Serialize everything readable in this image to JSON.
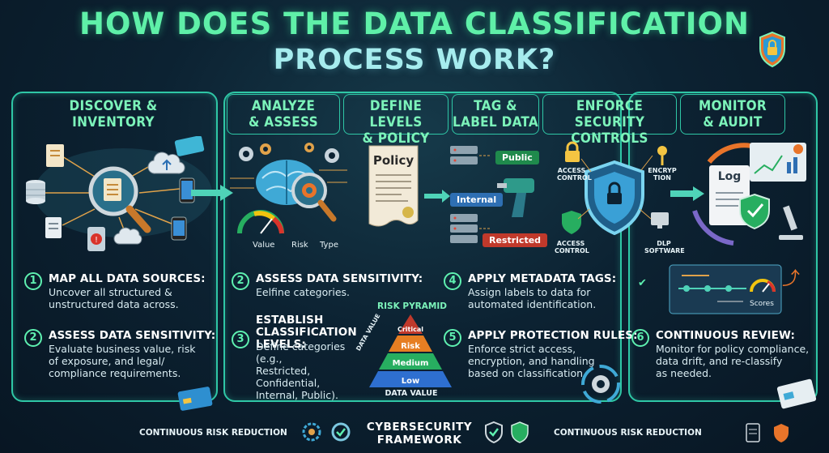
{
  "title": {
    "line1": "HOW DOES THE DATA CLASSIFICATION",
    "line2": "PROCESS WORK?"
  },
  "stages": [
    {
      "title": "DISCOVER &\nINVENTORY"
    },
    {
      "title": "ANALYZE\n& ASSESS"
    },
    {
      "title": "DEFINE LEVELS\n& POLICY"
    },
    {
      "title": "TAG &\nLABEL DATA"
    },
    {
      "title": "ENFORCE SECURITY\nCONTROLS"
    },
    {
      "title": "MONITOR\n& AUDIT"
    }
  ],
  "analyze_labels": {
    "value": "Value",
    "risk": "Risk",
    "type": "Type"
  },
  "policy_doc": {
    "label": "Policy"
  },
  "tags": {
    "public": "Public",
    "internal": "Internal",
    "restricted": "Restricted"
  },
  "controls": {
    "access1": "ACCESS\nCONTROL",
    "access2": "ACCESS\nCONTROL",
    "encryption": "ENCRYP\nTION",
    "dlp": "DLP\nSOFTWARE"
  },
  "monitor": {
    "log": "Log",
    "scores": "Scores"
  },
  "steps": [
    {
      "num": "1",
      "head": "MAP ALL DATA SOURCES:",
      "body": "Uncover all structured &\nunstructured data across."
    },
    {
      "num": "2",
      "head": "ASSESS DATA SENSITIVITY:",
      "body": "Evaluate business value, risk\nof exposure, and legal/\ncompliance requirements."
    },
    {
      "num": "2",
      "head": "ASSESS DATA SENSITIVITY:",
      "body": "Eelfine categories."
    },
    {
      "num": "3",
      "head": "ESTABLISH\nCLASSIFICATION LEVELS:",
      "body": "Define categories (e.g.,\nRestricted, Confidential,\nInternal, Public)."
    },
    {
      "num": "4",
      "head": "APPLY METADATA TAGS:",
      "body": "Assign labels to data for\nautomated identification."
    },
    {
      "num": "5",
      "head": "APPLY PROTECTION RULES:",
      "body": "Enforce strict access,\nencryption, and handling\nbased on classification."
    },
    {
      "num": "6",
      "head": "CONTINUOUS REVIEW:",
      "body": "Monitor for policy compliance,\ndata drift, and re-classify\nas needed."
    }
  ],
  "pyramid": {
    "title": "RISK PYRAMID",
    "levels": [
      "Critical",
      "Risk",
      "Medium",
      "Low"
    ],
    "x_label": "DATA VALUE",
    "y_label": "DATA VALUE"
  },
  "footer": {
    "left": "CONTINUOUS RISK REDUCTION",
    "center": "CYBERSECURITY\nFRAMEWORK",
    "right": "CONTINUOUS RISK REDUCTION"
  },
  "colors": {
    "accent": "#5ff0a8",
    "panel_border": "#2fc7a6",
    "critical": "#c0392b",
    "risk": "#e67e22",
    "medium": "#27ae60",
    "low": "#2e6fd0"
  }
}
